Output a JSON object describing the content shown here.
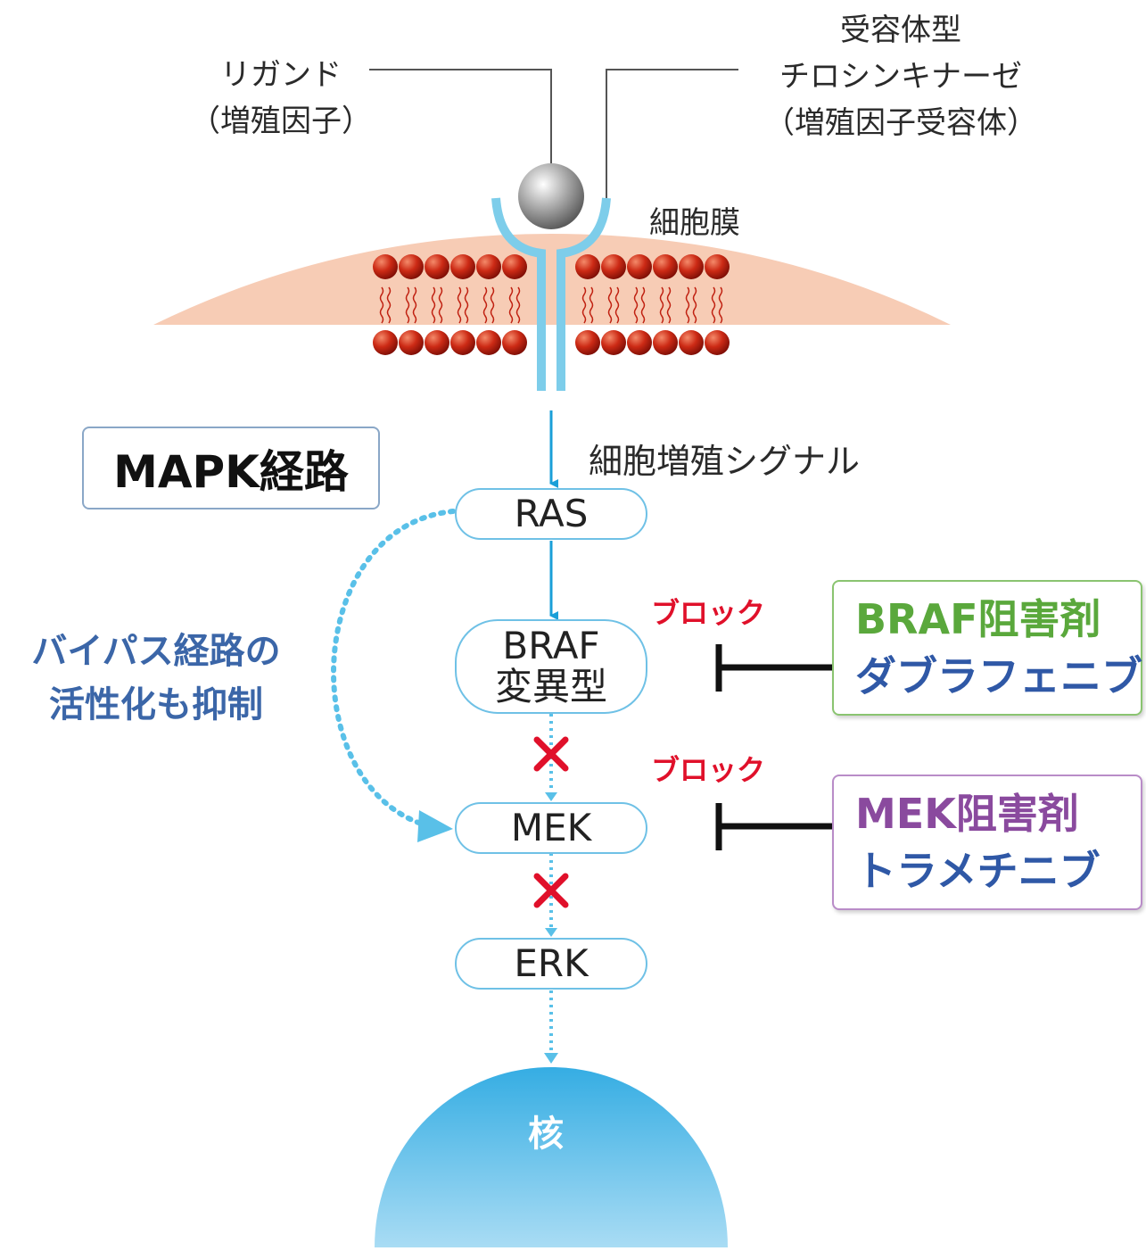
{
  "ligand": {
    "line1": "リガンド",
    "line2": "（増殖因子）"
  },
  "receptor": {
    "line1": "受容体型",
    "line2": "チロシンキナーゼ",
    "line3": "（増殖因子受容体）"
  },
  "membrane_label": "細胞膜",
  "signal_label": "細胞増殖シグナル",
  "pathway_title": "MAPK経路",
  "nodes": {
    "ras": "RAS",
    "braf_line1": "BRAF",
    "braf_line2": "変異型",
    "mek": "MEK",
    "erk": "ERK"
  },
  "bypass": {
    "line1": "バイパス経路の",
    "line2": "活性化も抑制"
  },
  "block_label": "ブロック",
  "braf_inhibitor": {
    "class": "BRAF阻害剤",
    "drug": "ダブラフェニブ"
  },
  "mek_inhibitor": {
    "class": "MEK阻害剤",
    "drug": "トラメチニブ"
  },
  "nucleus_label": "核",
  "colors": {
    "arrow": "#1a9fd8",
    "dotted": "#59c0e8",
    "block_red": "#e0102a",
    "braf_green": "#5aa83c",
    "mek_purple": "#8a4a9e",
    "drug_blue": "#2f58a6",
    "membrane": "#f7ccb5",
    "lipid_head": "#c02010",
    "receptor": "#7dcdea",
    "nucleus": "#4bb9e6"
  }
}
